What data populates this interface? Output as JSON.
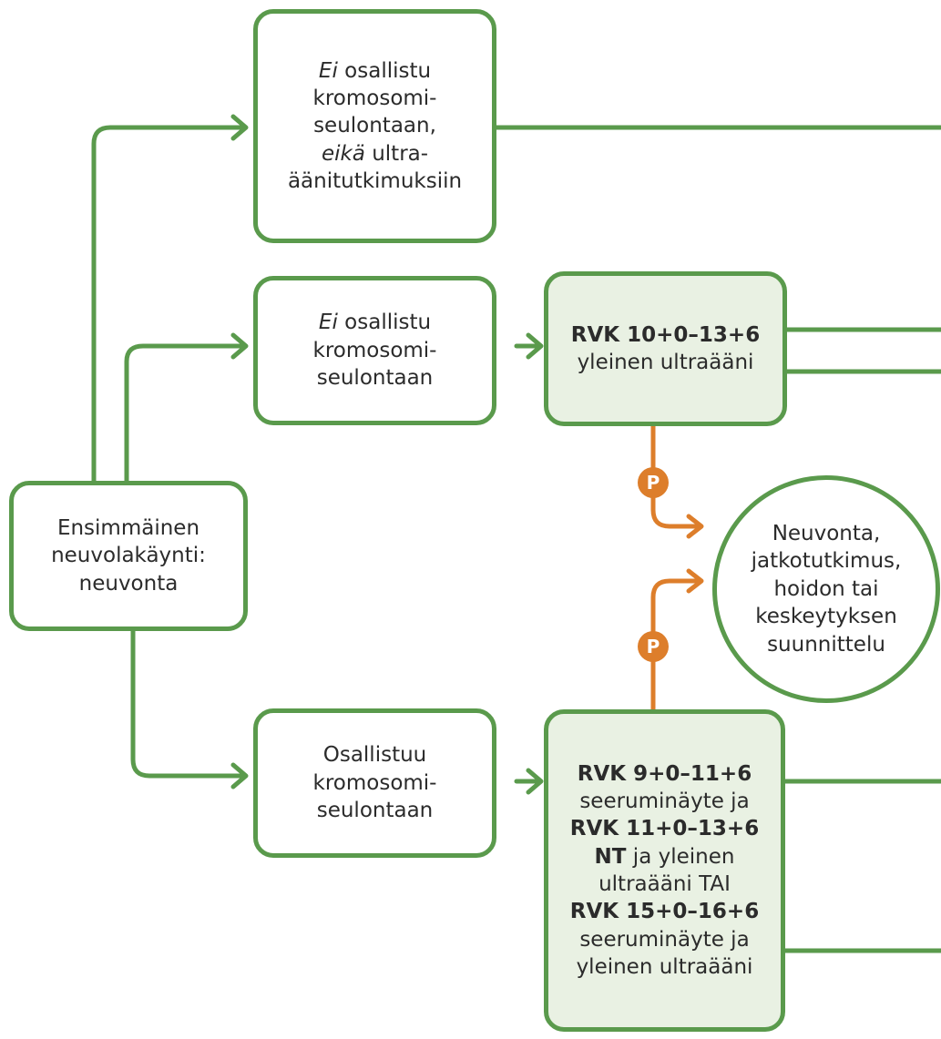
{
  "colors": {
    "green": "#5a9a4c",
    "orange": "#dd7e2b",
    "box_fill": "#e9f1e3",
    "text": "#2b2b2b"
  },
  "nodes": {
    "first_visit": [
      [
        {
          "t": "Ensimmäinen"
        }
      ],
      [
        {
          "t": "neuvolakäynti:"
        }
      ],
      [
        {
          "t": "neuvonta"
        }
      ]
    ],
    "no_screening_no_us": [
      [
        {
          "t": "Ei",
          "s": "i"
        },
        {
          "t": " osallistu"
        }
      ],
      [
        {
          "t": "kromosomi-"
        }
      ],
      [
        {
          "t": "seulontaan,"
        }
      ],
      [
        {
          "t": "eikä",
          "s": "i"
        },
        {
          "t": " ultra-"
        }
      ],
      [
        {
          "t": "äänitutkimuksiin"
        }
      ]
    ],
    "no_screening": [
      [
        {
          "t": "Ei",
          "s": "i"
        },
        {
          "t": " osallistu"
        }
      ],
      [
        {
          "t": "kromosomi-"
        }
      ],
      [
        {
          "t": "seulontaan"
        }
      ]
    ],
    "general_us": [
      [
        {
          "t": "RVK 10+0–13+6",
          "s": "b"
        }
      ],
      [
        {
          "t": "yleinen ultraääni"
        }
      ]
    ],
    "counselling": [
      [
        {
          "t": "Neuvonta,"
        }
      ],
      [
        {
          "t": "jatkotutkimus,"
        }
      ],
      [
        {
          "t": "hoidon tai"
        }
      ],
      [
        {
          "t": "keskeytyksen"
        }
      ],
      [
        {
          "t": "suunnittelu"
        }
      ]
    ],
    "screening": [
      [
        {
          "t": "Osallistuu"
        }
      ],
      [
        {
          "t": "kromosomi-"
        }
      ],
      [
        {
          "t": "seulontaan"
        }
      ]
    ],
    "screening_tests": [
      [
        {
          "t": "RVK 9+0–11+6",
          "s": "b"
        }
      ],
      [
        {
          "t": "seeruminäyte ja"
        }
      ],
      [
        {
          "t": "RVK 11+0–13+6",
          "s": "b"
        }
      ],
      [
        {
          "t": "NT",
          "s": "b"
        },
        {
          "t": " ja yleinen"
        }
      ],
      [
        {
          "t": "ultraääni TAI"
        }
      ],
      [
        {
          "t": "RVK 15+0–16+6",
          "s": "b"
        }
      ],
      [
        {
          "t": "seeruminäyte ja"
        }
      ],
      [
        {
          "t": "yleinen ultraääni"
        }
      ]
    ]
  },
  "badges": {
    "upper": "P",
    "lower": "P"
  }
}
